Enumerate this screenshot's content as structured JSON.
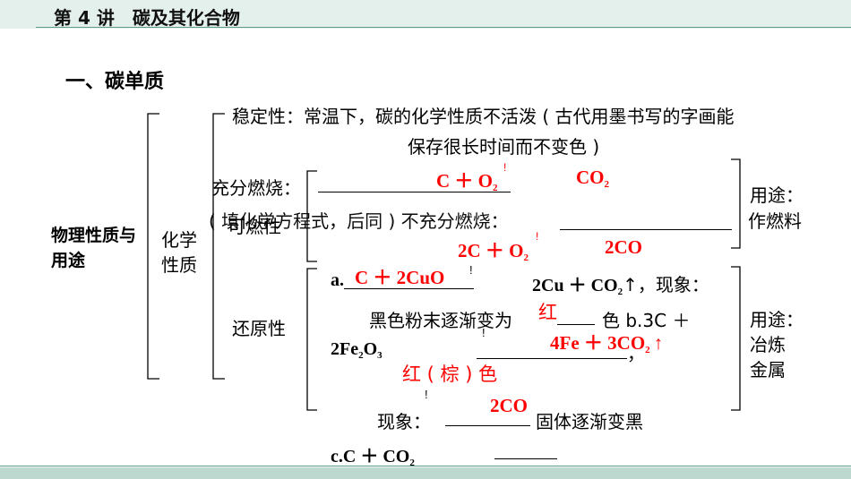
{
  "header": {
    "title": "第 4 讲　碳及其化合物"
  },
  "section": {
    "heading": "一、碳单质"
  },
  "tree": {
    "root": "物理性质与用途",
    "branch": "化学性质",
    "stability": {
      "label": "稳定性：",
      "text1": "常温下，碳的化学性质不活泼 ( 古代用墨书写的字画能",
      "text2": "保存很长时间而不变色 )"
    },
    "flammability": {
      "label": "可燃性",
      "full": "充分燃烧：",
      "note": "( 填化学方程式，后同 ) 不充分燃烧：",
      "ans_full_left": "C ＋ O",
      "ans_full_left_sub": "2",
      "ans_full_right": "CO",
      "ans_full_right_sub": "2",
      "ans_part_left": "2C ＋ O",
      "ans_part_left_sub": "2",
      "ans_part_right": "2CO",
      "use_label": "用途：",
      "use_value": "作燃料"
    },
    "reducibility": {
      "label": "还原性",
      "a_prefix": "a.",
      "a_answer": "C ＋ 2CuO",
      "a_products": "2Cu ＋ CO",
      "a_products_sub": "2",
      "a_tail": "↑，现象：",
      "a_obs": "黑色粉末逐渐变为",
      "a_color": "红",
      "a_obs_tail": "色 b.3C ＋",
      "b_reactant": "2Fe",
      "b_sub1": "2",
      "b_reactant2": "O",
      "b_sub2": "3",
      "b_answer": "4Fe ＋ 3CO",
      "b_answer_sub": "2",
      "b_answer_arrow": "↑",
      "b_comma": "，",
      "b_color_answer": "红 ( 棕 ) 色",
      "b_obs_label": "现象：",
      "b_obs_answer": "2CO",
      "b_obs_tail": "固体逐渐变黑",
      "c_text": "c.C ＋ CO",
      "c_sub": "2",
      "use_label": "用途：",
      "use_value1": "冶炼",
      "use_value2": "金属"
    }
  }
}
